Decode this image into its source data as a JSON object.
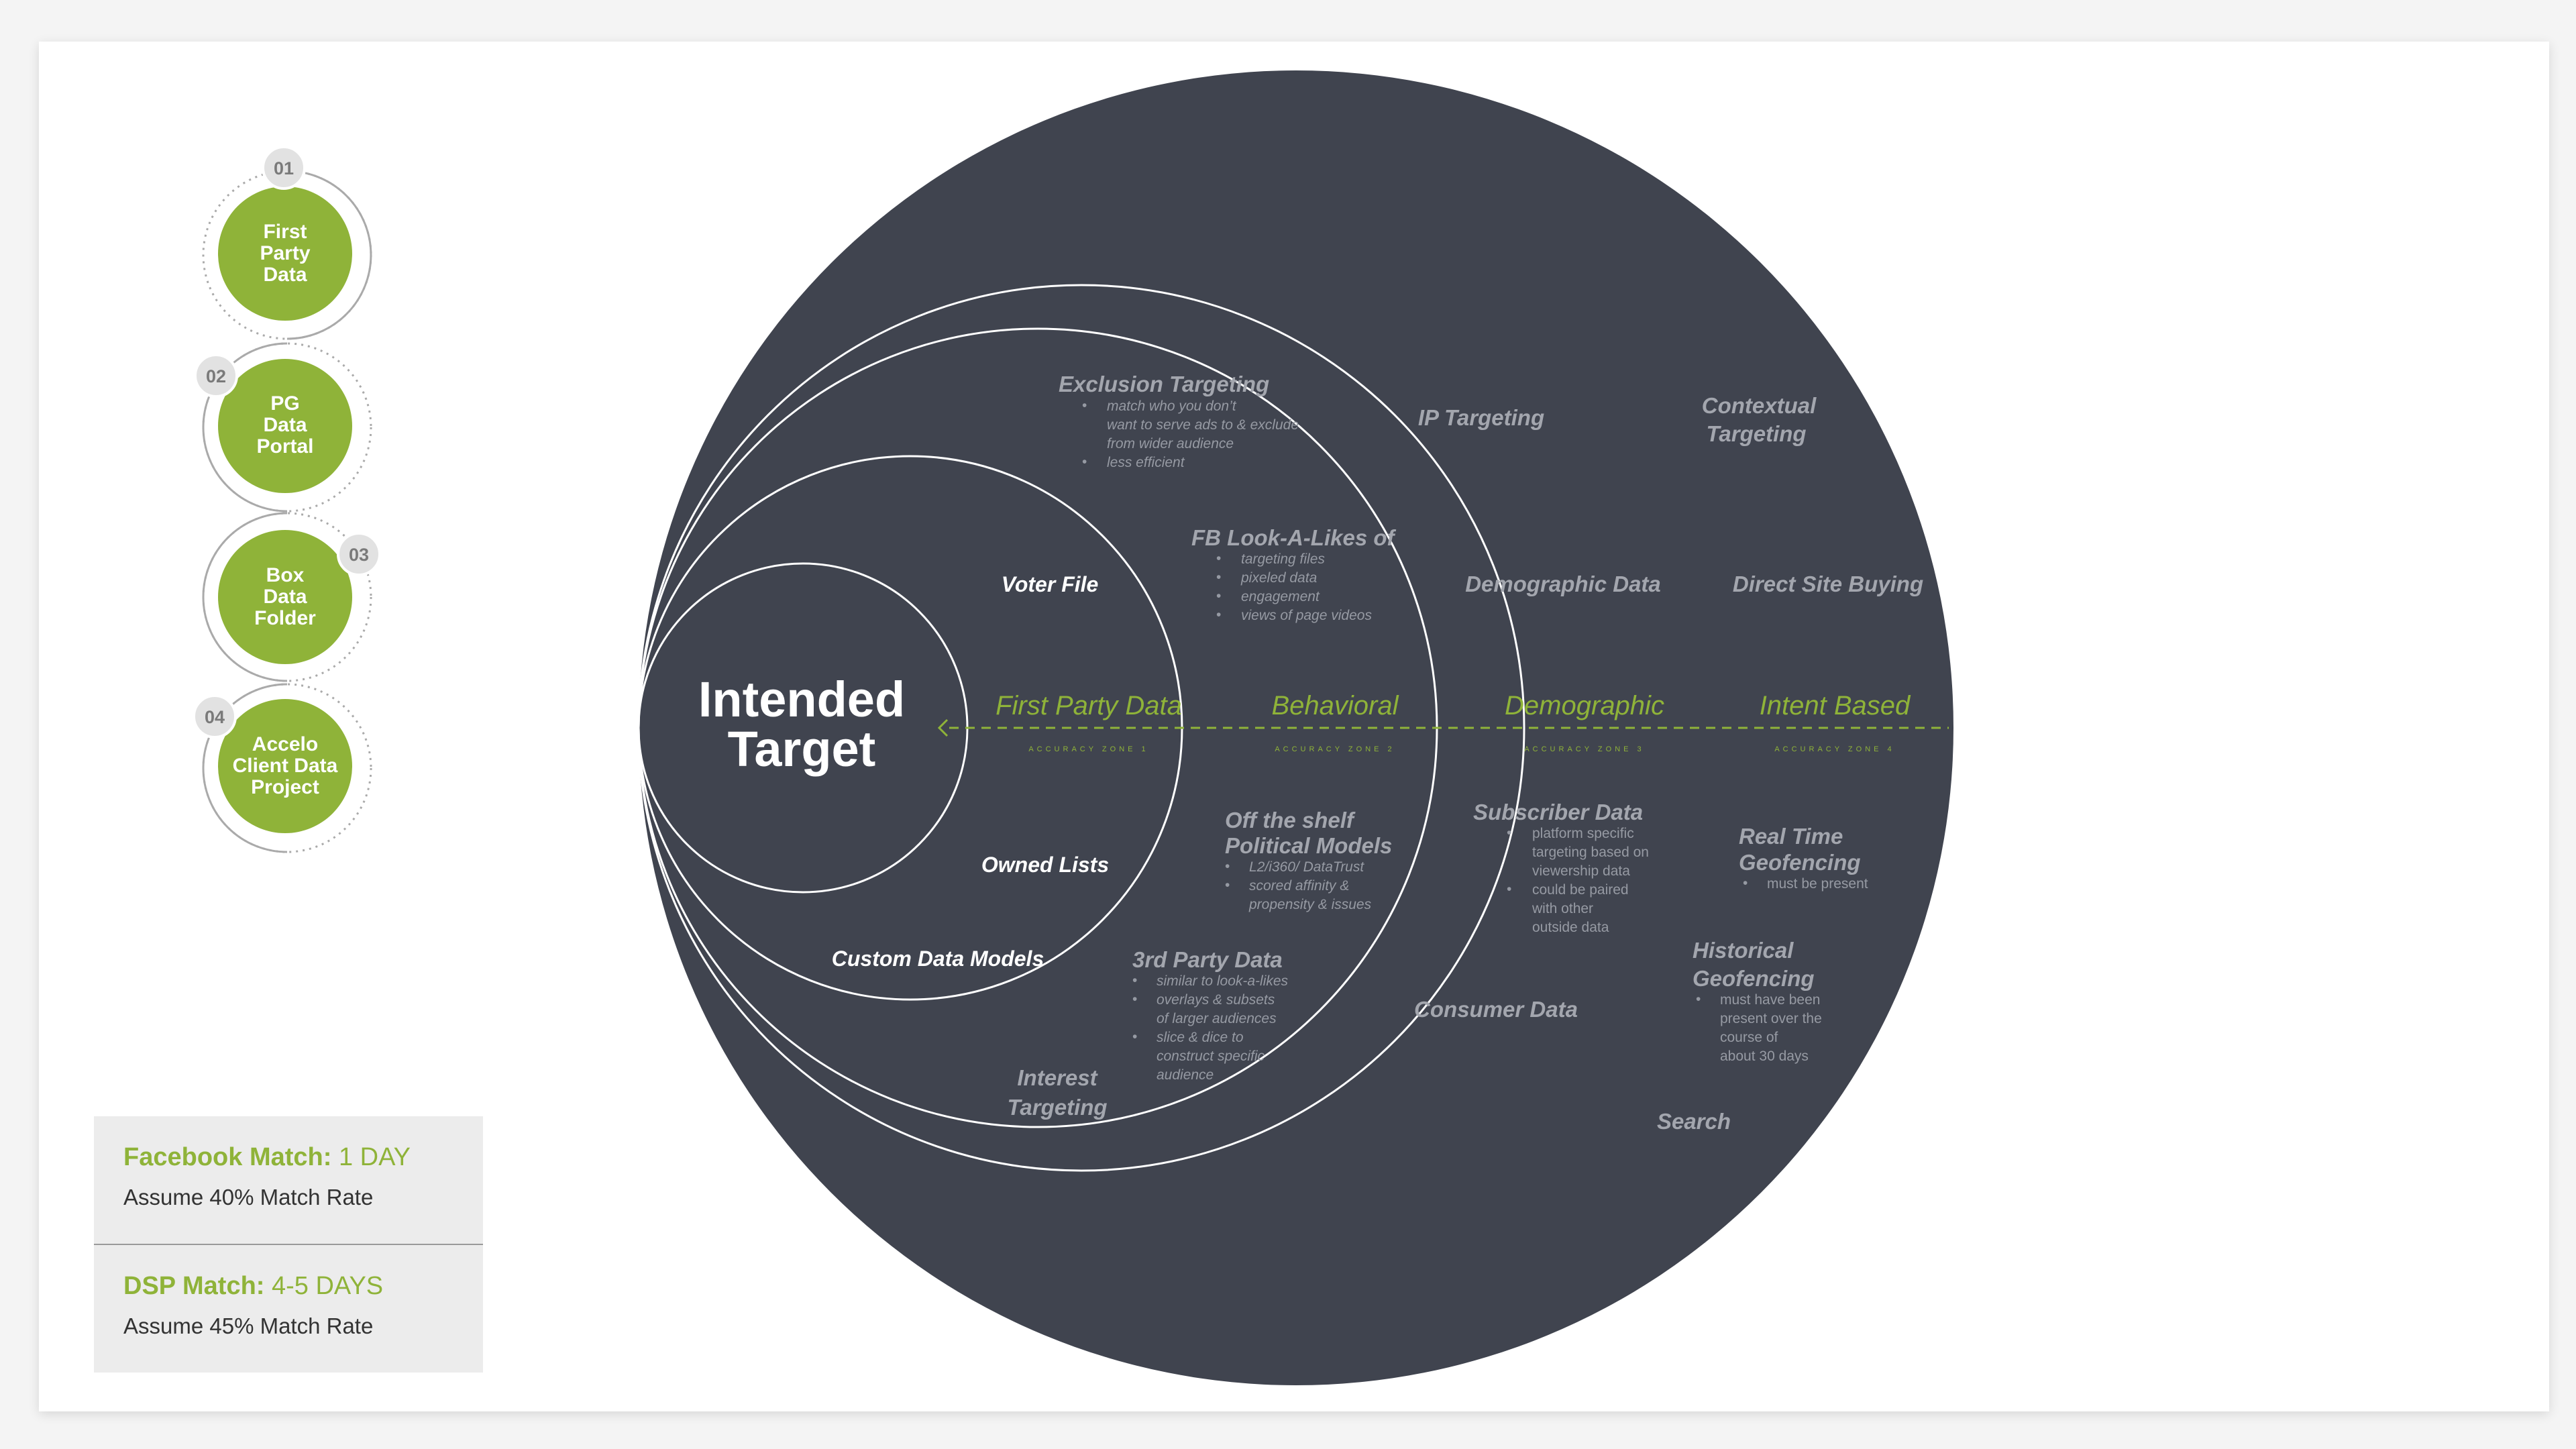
{
  "steps": [
    {
      "number": "01",
      "label": [
        "First",
        "Party",
        "Data"
      ]
    },
    {
      "number": "02",
      "label": [
        "PG",
        "Data",
        "Portal"
      ]
    },
    {
      "number": "03",
      "label": [
        "Box",
        "Data",
        "Folder"
      ]
    },
    {
      "number": "04",
      "label": [
        "Accelo",
        "Client Data",
        "Project"
      ]
    }
  ],
  "target": {
    "line1": "Intended",
    "line2": "Target"
  },
  "zones": [
    {
      "title": "First Party Data",
      "sub": "ACCURACY ZONE 1"
    },
    {
      "title": "Behavioral",
      "sub": "ACCURACY ZONE 2"
    },
    {
      "title": "Demographic",
      "sub": "ACCURACY ZONE 3"
    },
    {
      "title": "Intent Based",
      "sub": "ACCURACY ZONE 4"
    }
  ],
  "zone1_items": {
    "voter_file": "Voter File",
    "owned_lists": "Owned Lists",
    "custom_models": "Custom Data Models"
  },
  "zone2_items": {
    "exclusion": {
      "title": "Exclusion Targeting",
      "bullets": [
        "match who you don’t",
        "want to serve ads to & exclude",
        "from wider audience",
        "less efficient"
      ]
    },
    "fb": {
      "title": "FB Look-A-Likes of",
      "bullets": [
        "targeting files",
        "pixeled data",
        "engagement",
        "views of page videos"
      ]
    },
    "off_shelf": {
      "title": [
        "Off the shelf",
        "Political Models"
      ],
      "bullets": [
        "L2/i360/ DataTrust",
        "scored affinity &",
        "propensity & issues"
      ]
    },
    "third_party": {
      "title": "3rd Party Data",
      "bullets": [
        "similar to look-a-likes",
        "overlays & subsets",
        "of larger audiences",
        "slice & dice to",
        "construct specific",
        "audience"
      ]
    },
    "interest": {
      "title": [
        "Interest",
        "Targeting"
      ]
    }
  },
  "zone3_items": {
    "ip": "IP Targeting",
    "demographic": "Demographic Data",
    "subscriber": {
      "title": "Subscriber Data",
      "bullets": [
        "platform specific",
        "targeting based on",
        "viewership data",
        "could be paired",
        "with other",
        "outside data"
      ]
    },
    "consumer": "Consumer Data"
  },
  "zone4_items": {
    "contextual": [
      "Contextual",
      "Targeting"
    ],
    "direct": "Direct Site Buying",
    "realtime": {
      "title": [
        "Real Time",
        "Geofencing"
      ],
      "bullets": [
        "must be present"
      ]
    },
    "historical": {
      "title": [
        "Historical",
        "Geofencing"
      ],
      "bullets": [
        "must have been",
        "present over the",
        "course of",
        "about 30 days"
      ]
    },
    "search": "Search"
  },
  "info": {
    "facebook": {
      "title_bold": "Facebook Match:",
      "title_rest": " 1 DAY",
      "sub": "Assume 40% Match Rate"
    },
    "dsp": {
      "title_bold": "DSP Match:",
      "title_rest": " 4-5 DAYS",
      "sub": "Assume 45% Match Rate"
    }
  },
  "colors": {
    "dark_fill": "#40444f",
    "accent_green": "#8fb339",
    "grey_text": "#a3a6ae",
    "badge_grey": "#e2e2e2"
  }
}
